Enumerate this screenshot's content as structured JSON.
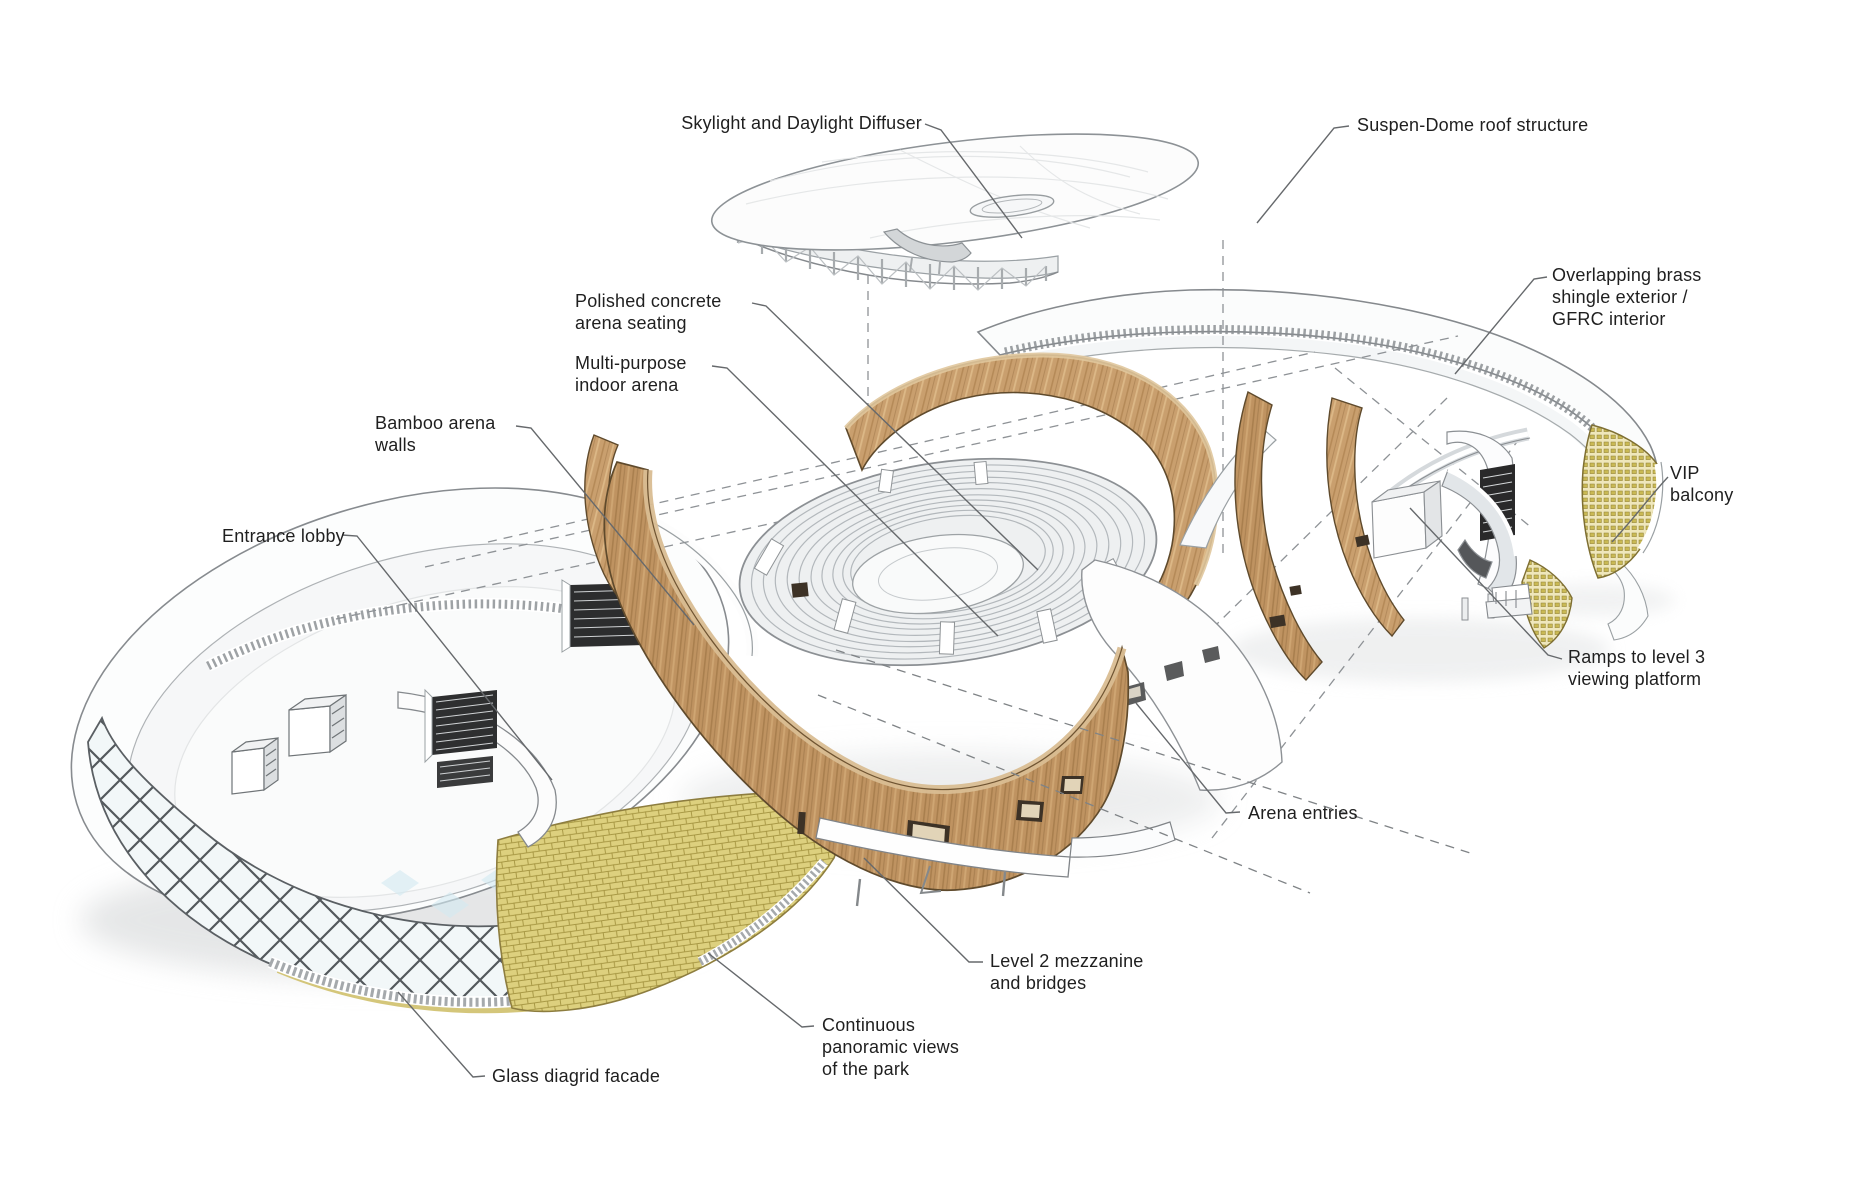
{
  "palette": {
    "background": "#ffffff",
    "line_art": "#6b6f72",
    "text": "#1f1f1f",
    "bamboo_wood": "#bf9361",
    "bamboo_wood_light": "#d9bd92",
    "brass_shingle": "#ddd07e",
    "vip_mesh_gold": "#c9b954",
    "glass_tint": "#d3eaf2",
    "concrete_seating": "#f2f3f4"
  },
  "labels": {
    "skylight": {
      "text": "Skylight and Daylight Diffuser"
    },
    "suspen_dome": {
      "text": "Suspen-Dome roof structure"
    },
    "overlapping_brass": {
      "text": "Overlapping brass\nshingle exterior /\nGFRC interior"
    },
    "vip_balcony": {
      "text": "VIP\nbalcony"
    },
    "ramps": {
      "text": "Ramps to level 3\nviewing platform"
    },
    "polished_concrete": {
      "text": "Polished concrete\narena seating"
    },
    "multi_purpose": {
      "text": "Multi-purpose\nindoor arena"
    },
    "bamboo_walls": {
      "text": "Bamboo arena\nwalls"
    },
    "entrance_lobby": {
      "text": "Entrance lobby"
    },
    "arena_entries": {
      "text": "Arena entries"
    },
    "level2_mezzanine": {
      "text": "Level 2 mezzanine\nand bridges"
    },
    "panoramic_views": {
      "text": "Continuous\npanoramic views\nof the park"
    },
    "glass_diagrid": {
      "text": "Glass diagrid facade"
    }
  }
}
